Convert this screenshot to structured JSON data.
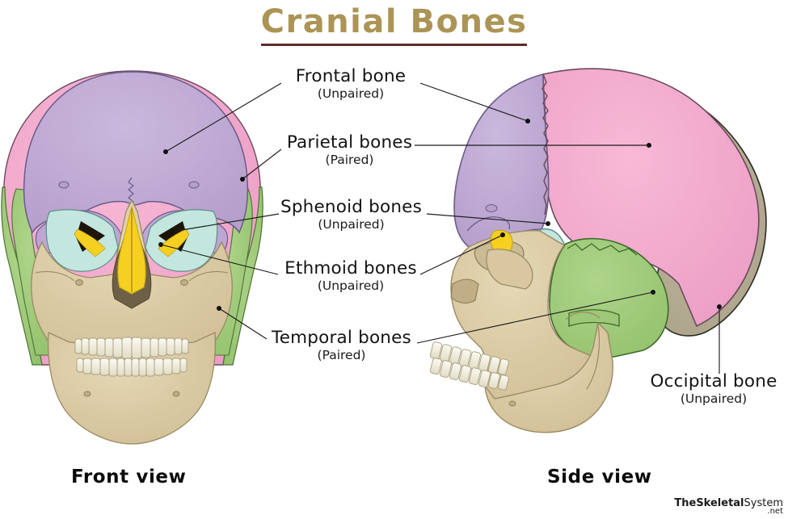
{
  "title": "Cranial Bones",
  "labels": {
    "frontal": {
      "name": "Frontal bone",
      "pairing": "(Unpaired)"
    },
    "parietal": {
      "name": "Parietal bones",
      "pairing": "(Paired)"
    },
    "sphenoid": {
      "name": "Sphenoid bones",
      "pairing": "(Unpaired)"
    },
    "ethmoid": {
      "name": "Ethmoid bones",
      "pairing": "(Unpaired)"
    },
    "temporal": {
      "name": "Temporal bones",
      "pairing": "(Paired)"
    },
    "occipital": {
      "name": "Occipital bone",
      "pairing": "(Unpaired)"
    }
  },
  "views": {
    "front": "Front view",
    "side": "Side view"
  },
  "watermark": {
    "bold": "TheSkeletal",
    "regular": "System",
    "tld": ".net"
  },
  "colors": {
    "title_text": "#ab9455",
    "title_rule": "#5d2b2b",
    "frontal_bone": "#c0a8d4",
    "parietal_bone": "#f3abcd",
    "temporal_bone": "#a2cd7c",
    "sphenoid_bone": "#bfe5dd",
    "ethmoid_bone": "#f5d020",
    "occipital_bone": "#b9b197",
    "facial_bone": "#ddcda6",
    "tooth": "#f2efe2",
    "leader_line": "#1d1d1d",
    "background": "#ffffff"
  },
  "chart_data": {
    "type": "diagram",
    "title": "Cranial Bones",
    "views": [
      "Front view",
      "Side view"
    ],
    "legend_entries": [
      {
        "bone": "Frontal bone",
        "pairing": "Unpaired",
        "color": "#c0a8d4"
      },
      {
        "bone": "Parietal bones",
        "pairing": "Paired",
        "color": "#f3abcd"
      },
      {
        "bone": "Sphenoid bones",
        "pairing": "Unpaired",
        "color": "#bfe5dd"
      },
      {
        "bone": "Ethmoid bones",
        "pairing": "Unpaired",
        "color": "#f5d020"
      },
      {
        "bone": "Temporal bones",
        "pairing": "Paired",
        "color": "#a2cd7c"
      },
      {
        "bone": "Occipital bone",
        "pairing": "Unpaired",
        "color": "#b9b197"
      }
    ]
  }
}
